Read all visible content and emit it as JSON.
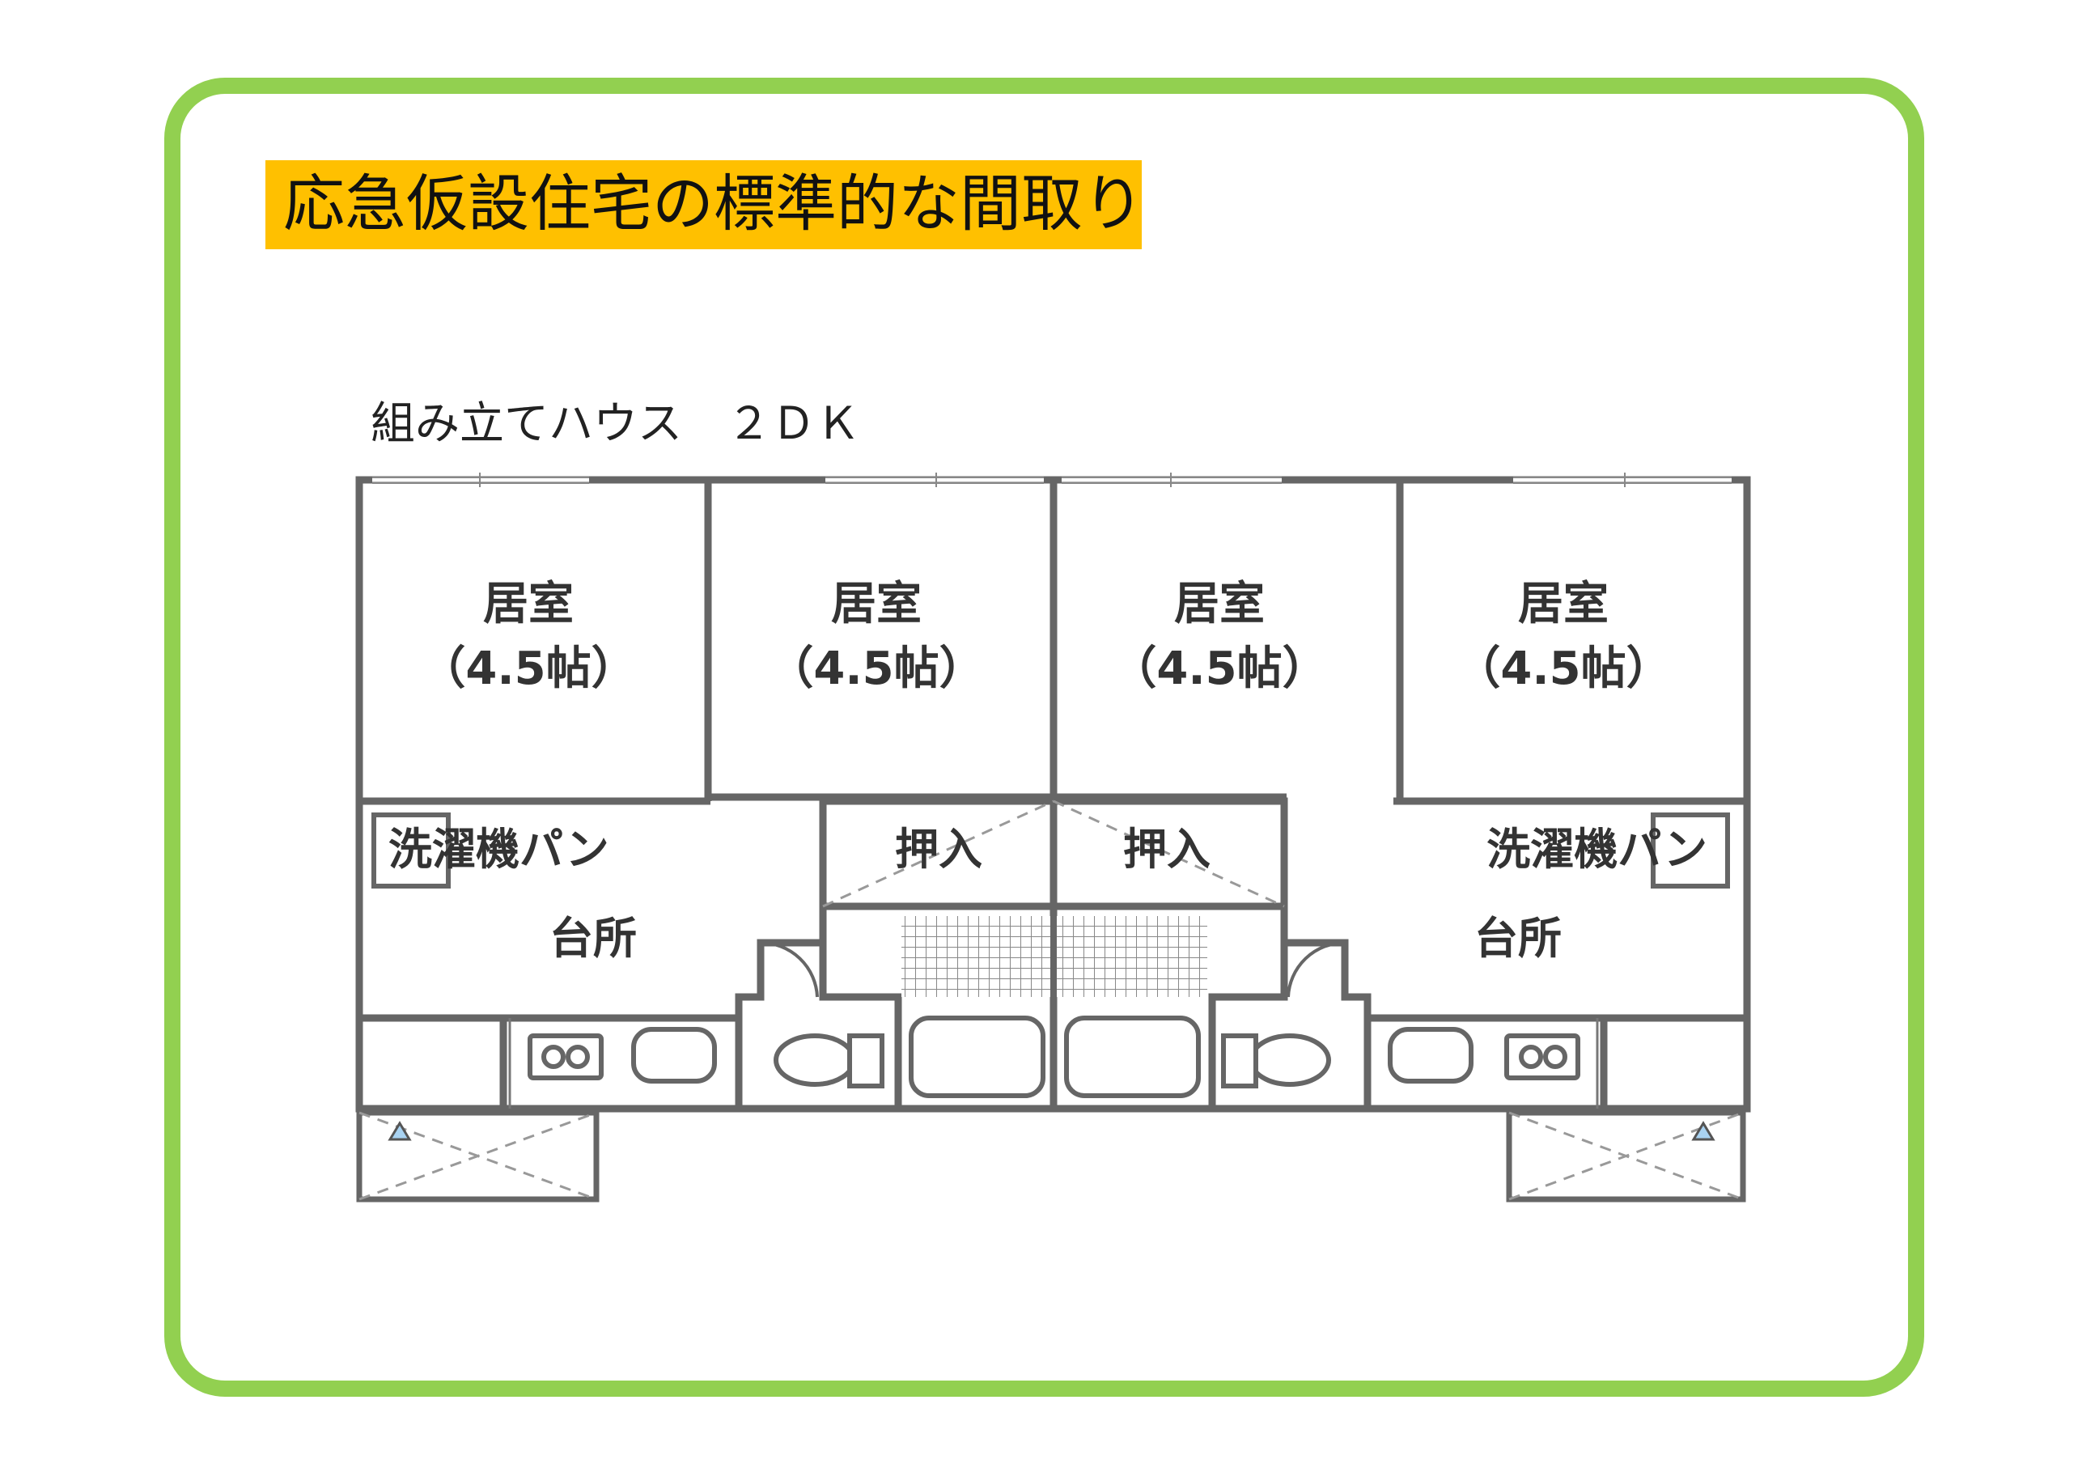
{
  "title": "応急仮設住宅の標準的な間取り",
  "subtitle": "組み立てハウス　２ＤＫ",
  "rooms": {
    "living_name": "居室",
    "living_size": "（4.5帖）",
    "closet": "押入",
    "washer_pan": "洗濯機パン",
    "kitchen": "台所"
  },
  "colors": {
    "frame": "#92d050",
    "title_background": "#ffc000",
    "walls": "#666666",
    "water_heater_marker": "#a9d3f2"
  }
}
